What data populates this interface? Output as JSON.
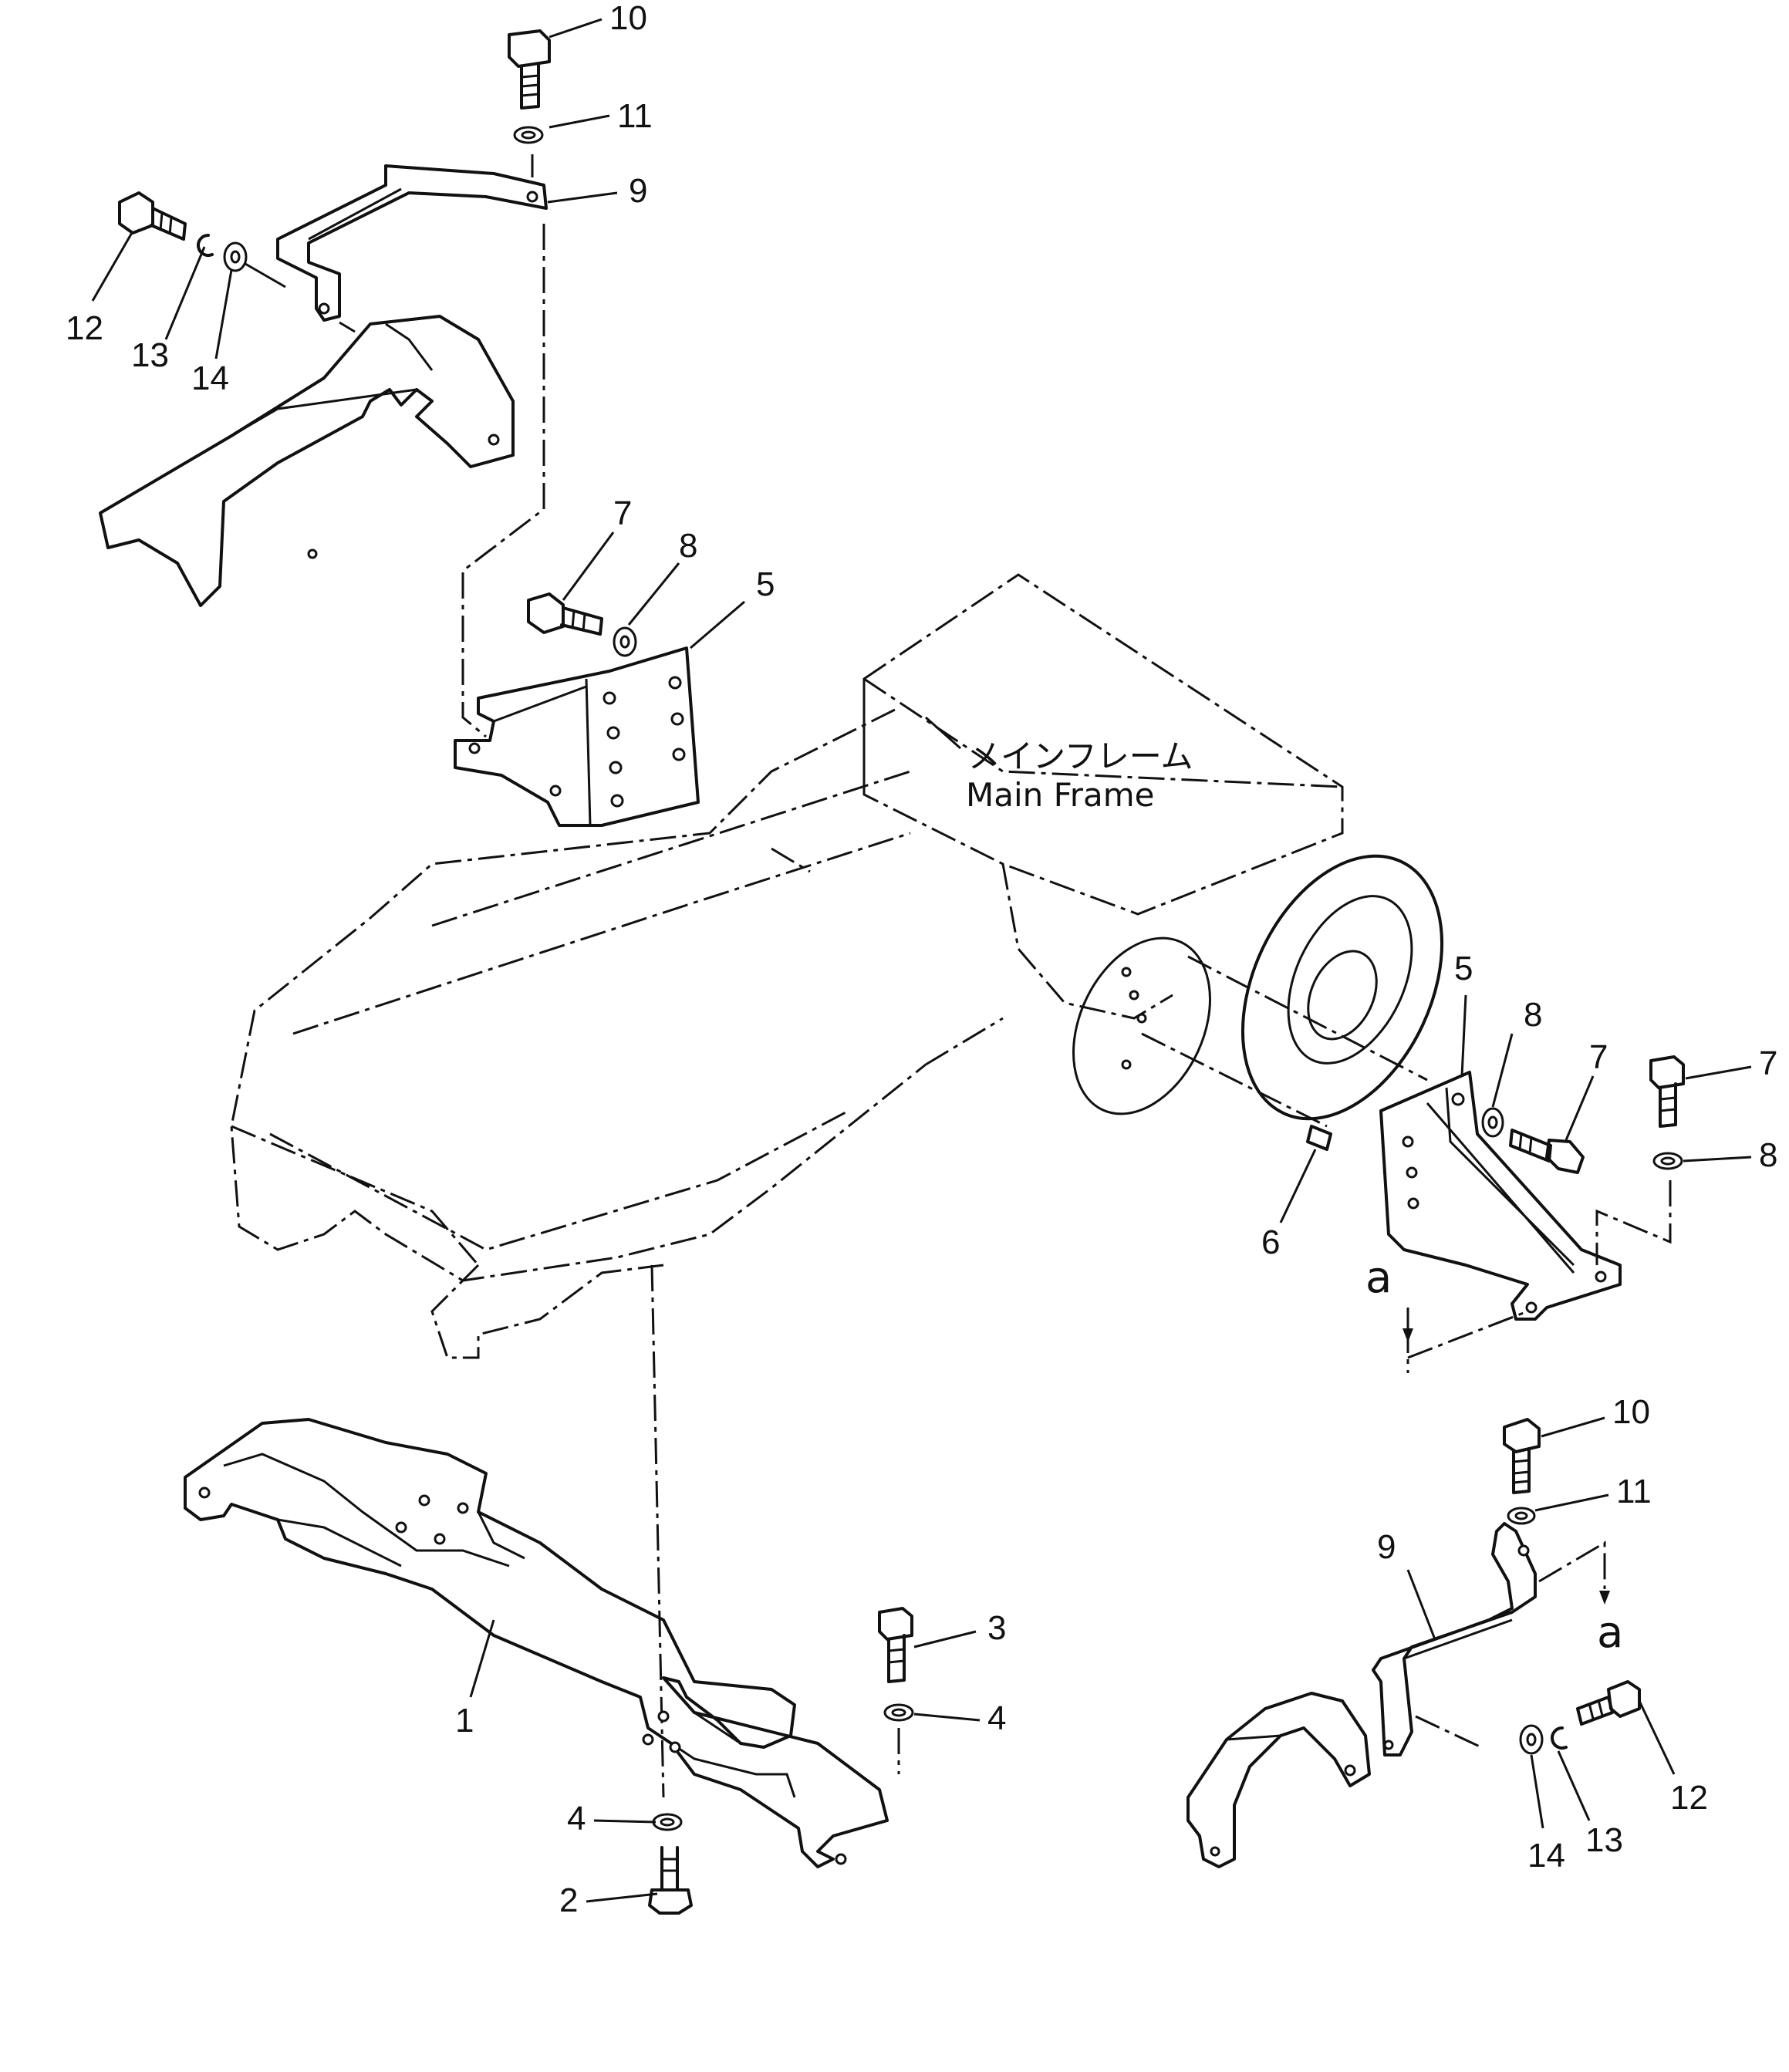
{
  "diagram": {
    "main_frame_label_jp": "メインフレーム",
    "main_frame_label_en": "Main Frame",
    "view_marker": "a",
    "callouts": [
      {
        "id": "c10-top",
        "text": "10"
      },
      {
        "id": "c11-top",
        "text": "11"
      },
      {
        "id": "c9-top",
        "text": "9"
      },
      {
        "id": "c12-top",
        "text": "12"
      },
      {
        "id": "c13-top",
        "text": "13"
      },
      {
        "id": "c14-top",
        "text": "14"
      },
      {
        "id": "c7-mid",
        "text": "7"
      },
      {
        "id": "c8-mid",
        "text": "8"
      },
      {
        "id": "c5-mid",
        "text": "5"
      },
      {
        "id": "c5-right",
        "text": "5"
      },
      {
        "id": "c8-right",
        "text": "8"
      },
      {
        "id": "c7-right",
        "text": "7"
      },
      {
        "id": "c7-far",
        "text": "7"
      },
      {
        "id": "c8-far",
        "text": "8"
      },
      {
        "id": "c6",
        "text": "6"
      },
      {
        "id": "c10-bot",
        "text": "10"
      },
      {
        "id": "c11-bot",
        "text": "11"
      },
      {
        "id": "c9-bot",
        "text": "9"
      },
      {
        "id": "c3",
        "text": "3"
      },
      {
        "id": "c4-right",
        "text": "4"
      },
      {
        "id": "c1",
        "text": "1"
      },
      {
        "id": "c4-left",
        "text": "4"
      },
      {
        "id": "c2",
        "text": "2"
      },
      {
        "id": "c12-bot",
        "text": "12"
      },
      {
        "id": "c13-bot",
        "text": "13"
      },
      {
        "id": "c14-bot",
        "text": "14"
      }
    ]
  }
}
